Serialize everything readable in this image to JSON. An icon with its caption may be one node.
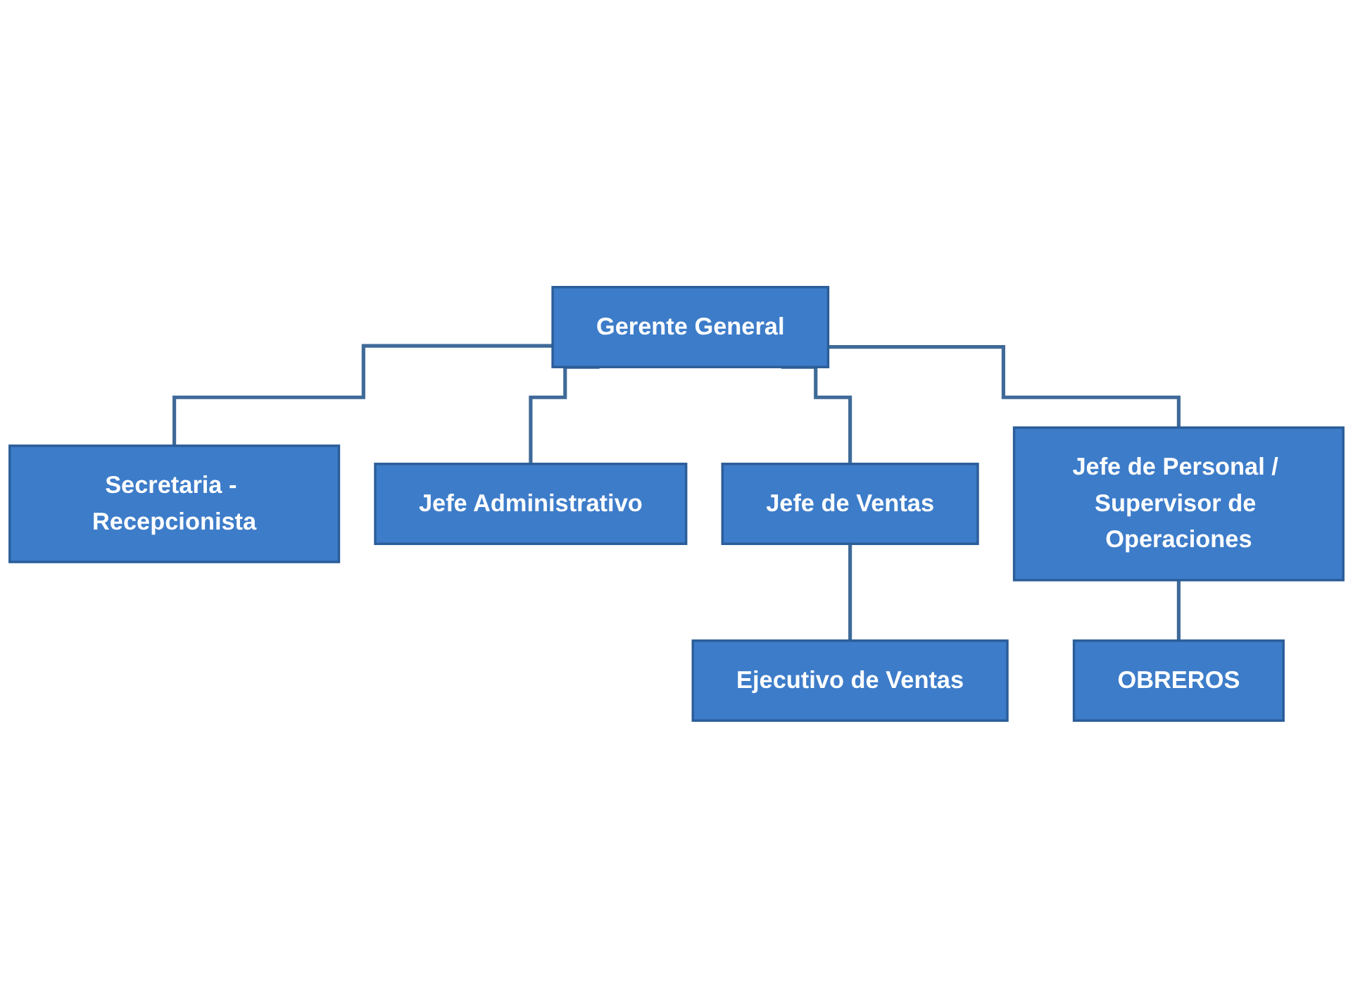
{
  "diagram": {
    "nodes": [
      {
        "text": [
          "Gerente General"
        ]
      },
      {
        "text": [
          "Secretaria - Recepcionista"
        ]
      },
      {
        "text": [
          "Jefe Administrativo"
        ]
      },
      {
        "text": [
          "Jefe de Ventas"
        ]
      },
      {
        "text": [
          "Jefe de Personal / Supervisor de Operaciones"
        ]
      },
      {
        "text": [
          "Ejecutivo de Ventas"
        ]
      },
      {
        "text": [
          "OBREROS"
        ]
      }
    ],
    "edges": [
      {
        "from": 0,
        "to": 1,
        "arrow": "none"
      },
      {
        "from": 0,
        "to": 2,
        "arrow": "none"
      },
      {
        "from": 0,
        "to": 3,
        "arrow": "none"
      },
      {
        "from": 0,
        "to": 4,
        "arrow": "none"
      },
      {
        "from": 3,
        "to": 5,
        "arrow": "none"
      },
      {
        "from": 4,
        "to": 6,
        "arrow": "none"
      }
    ]
  }
}
